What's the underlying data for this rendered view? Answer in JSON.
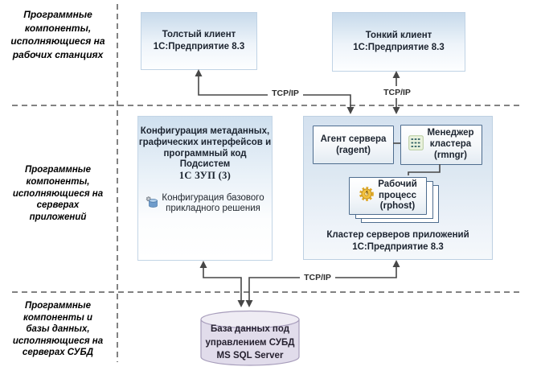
{
  "row_labels": {
    "workstations": {
      "lines": [
        "Программные",
        "компоненты,",
        "исполняющиеся на",
        "рабочих станциях"
      ]
    },
    "app_servers": {
      "lines": [
        "Программные",
        "компоненты,",
        "исполняющиеся на",
        "серверах",
        "приложений"
      ]
    },
    "db_servers": {
      "lines": [
        "Программные",
        "компоненты и",
        "базы данных,",
        "исполняющиеся на",
        "серверах СУБД"
      ]
    }
  },
  "clients": {
    "thick": {
      "line1": "Толстый клиент",
      "line2": "1С:Предприятие 8.3"
    },
    "thin": {
      "line1": "Тонкий клиент",
      "line2": "1С:Предприятие 8.3"
    }
  },
  "config_box": {
    "title_lines": [
      "Конфигурация метаданных,",
      "графических интерфейсов и",
      "программный код Подсистем",
      "1С ЗУП (3)"
    ],
    "sub": {
      "line1": "Конфигурация базового",
      "line2": "прикладного решения",
      "icon": "config-database-icon"
    }
  },
  "cluster": {
    "caption_line1": "Кластер серверов приложений",
    "caption_line2": "1С:Предприятие 8.3",
    "agent": {
      "line1": "Агент сервера",
      "line2": "(ragent)"
    },
    "manager": {
      "line1": "Менеджер",
      "line2": "кластера",
      "line3": "(rmngr)",
      "icon": "cluster-manager-icon"
    },
    "worker": {
      "line1": "Рабочий",
      "line2": "процесс",
      "line3": "(rphost)",
      "icon": "worker-process-icon"
    }
  },
  "database": {
    "lines": [
      "База данных под",
      "управлением СУБД",
      "MS SQL Server"
    ]
  },
  "connection_labels": {
    "tcpip_top_left": "TCP/IP",
    "tcpip_top_right": "TCP/IP",
    "tcpip_bottom": "TCP/IP"
  },
  "colors": {
    "line_color": "#474747",
    "dashed_color": "#585858",
    "client_box_fill_top": "#c7daeb",
    "cluster_box_fill": "#d9e4f0",
    "inner_box_border": "#4e6d8f",
    "db_cylinder_fill": "#e1dceb",
    "db_cylinder_border": "#a79dbb"
  }
}
